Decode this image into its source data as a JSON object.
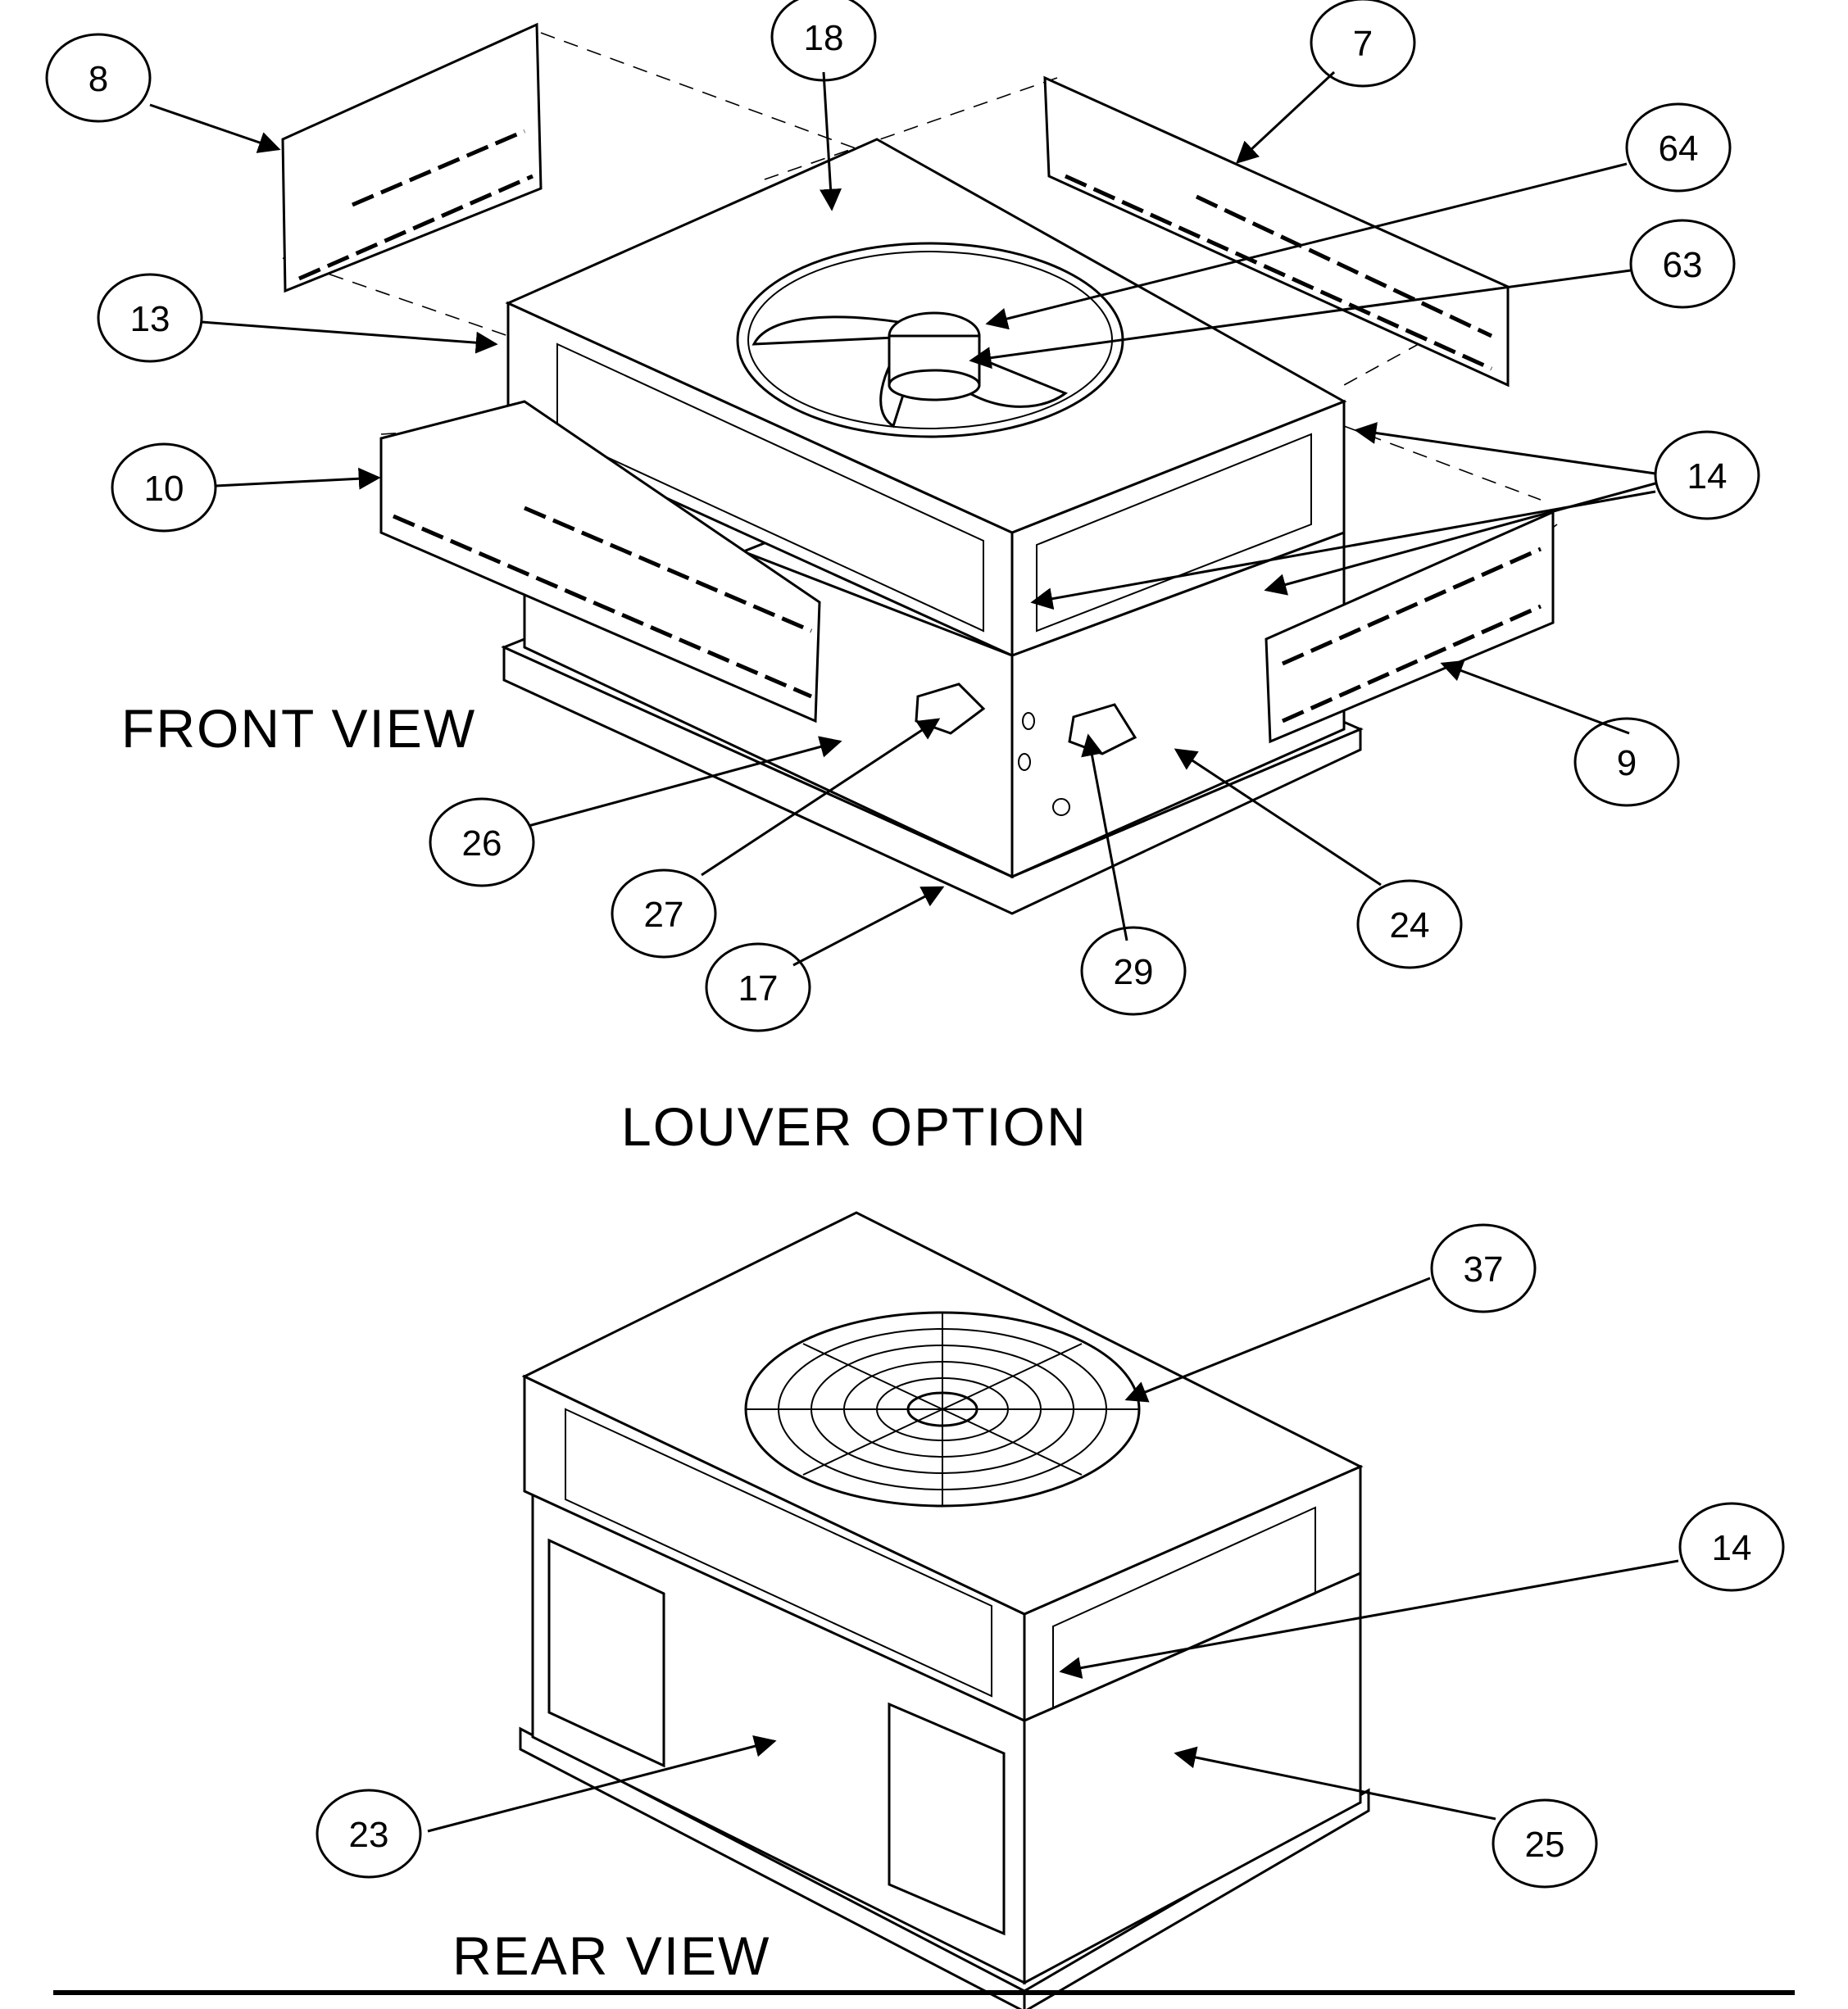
{
  "views": {
    "front": "FRONT VIEW",
    "louver": "LOUVER OPTION",
    "rear": "REAR VIEW"
  },
  "callouts": [
    {
      "id": "c8",
      "label": "8"
    },
    {
      "id": "c18",
      "label": "18"
    },
    {
      "id": "c7",
      "label": "7"
    },
    {
      "id": "c64",
      "label": "64"
    },
    {
      "id": "c63",
      "label": "63"
    },
    {
      "id": "c13",
      "label": "13"
    },
    {
      "id": "c14a",
      "label": "14"
    },
    {
      "id": "c10",
      "label": "10"
    },
    {
      "id": "c9",
      "label": "9"
    },
    {
      "id": "c26",
      "label": "26"
    },
    {
      "id": "c27",
      "label": "27"
    },
    {
      "id": "c24",
      "label": "24"
    },
    {
      "id": "c17",
      "label": "17"
    },
    {
      "id": "c29",
      "label": "29"
    },
    {
      "id": "c37",
      "label": "37"
    },
    {
      "id": "c14b",
      "label": "14"
    },
    {
      "id": "c23",
      "label": "23"
    },
    {
      "id": "c25",
      "label": "25"
    }
  ]
}
